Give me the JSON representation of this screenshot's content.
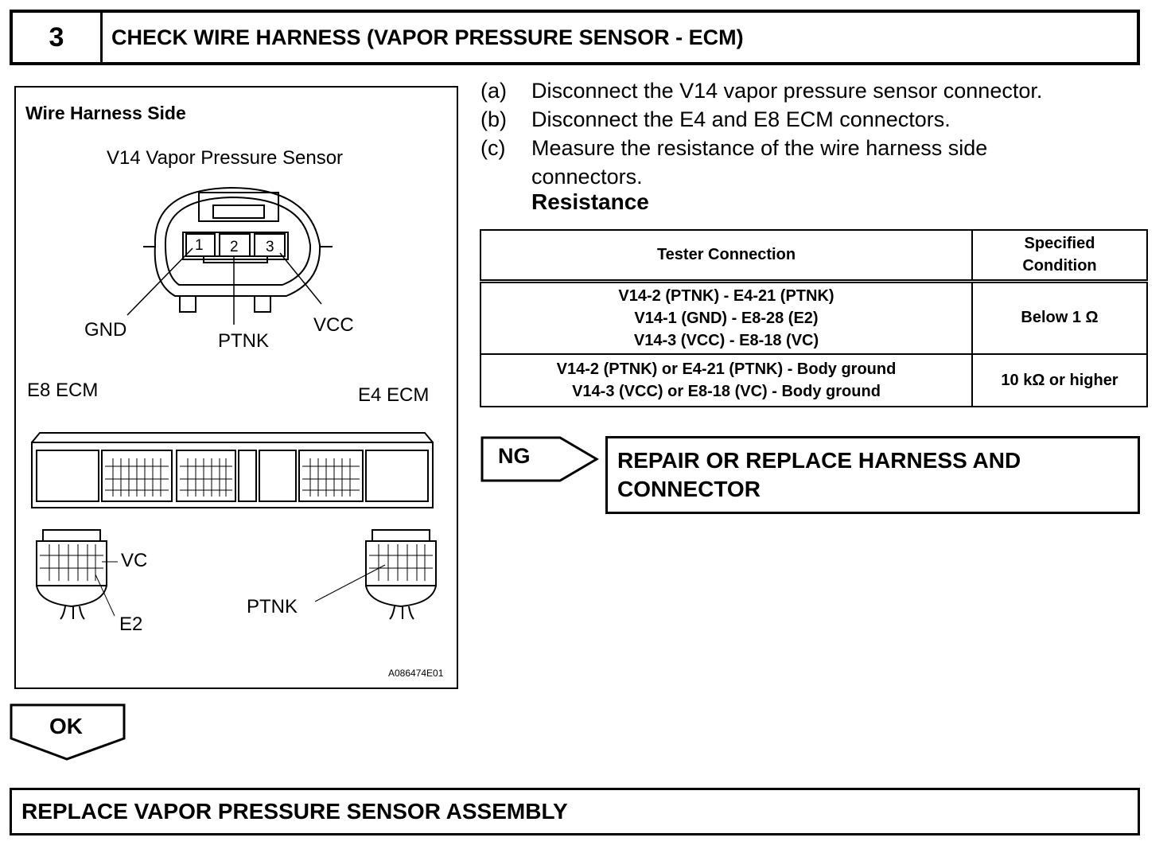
{
  "step": {
    "number": "3",
    "title": "CHECK WIRE HARNESS (VAPOR PRESSURE SENSOR - ECM)"
  },
  "illustration": {
    "heading": "Wire Harness Side",
    "sensor_title": "V14 Vapor Pressure Sensor",
    "pins": [
      "1",
      "2",
      "3"
    ],
    "pin_labels": {
      "gnd": "GND",
      "ptnk": "PTNK",
      "vcc": "VCC"
    },
    "e8_label": "E8 ECM",
    "e4_label": "E4 ECM",
    "e8_pins": {
      "vc": "VC",
      "e2": "E2"
    },
    "e4_pins": {
      "ptnk": "PTNK"
    },
    "figure_id": "A086474E01"
  },
  "instructions": [
    {
      "marker": "(a)",
      "text": "Disconnect the V14 vapor pressure sensor connector."
    },
    {
      "marker": "(b)",
      "text": "Disconnect the E4 and E8 ECM connectors."
    },
    {
      "marker": "(c)",
      "text": "Measure the resistance of the wire harness side",
      "text2": "connectors."
    }
  ],
  "resistance_heading": "Resistance",
  "table": {
    "headers": {
      "connection": "Tester Connection",
      "condition_1": "Specified",
      "condition_2": "Condition"
    },
    "rows": [
      {
        "lines": [
          "V14-2 (PTNK) - E4-21 (PTNK)",
          "V14-1 (GND) - E8-28 (E2)",
          "V14-3 (VCC) - E8-18 (VC)"
        ],
        "condition": "Below 1 Ω"
      },
      {
        "lines": [
          "V14-2 (PTNK) or E4-21 (PTNK) - Body ground",
          "V14-3 (VCC) or E8-18 (VC) - Body ground"
        ],
        "condition": "10 kΩ or higher"
      }
    ]
  },
  "ng": {
    "label": "NG",
    "result": "REPAIR OR REPLACE HARNESS AND CONNECTOR"
  },
  "ok": {
    "label": "OK"
  },
  "final": {
    "text": "REPLACE VAPOR PRESSURE SENSOR ASSEMBLY"
  }
}
